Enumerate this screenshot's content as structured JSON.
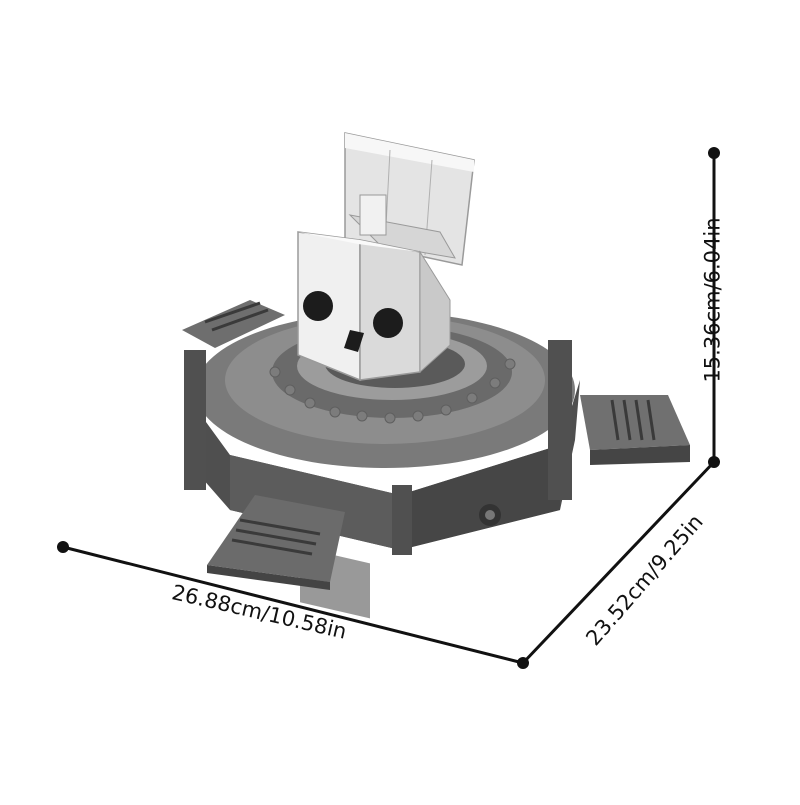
{
  "dimensions": {
    "width_label": "26.88cm/10.58in",
    "depth_label": "23.52cm/9.25in",
    "height_label": "15.36cm/6.04in"
  },
  "colors": {
    "line": "#111111",
    "brick_dark": "#4a4a4a",
    "brick_mid": "#6b6b6b",
    "brick_light": "#8a8a8a",
    "skull": "#efefef"
  }
}
